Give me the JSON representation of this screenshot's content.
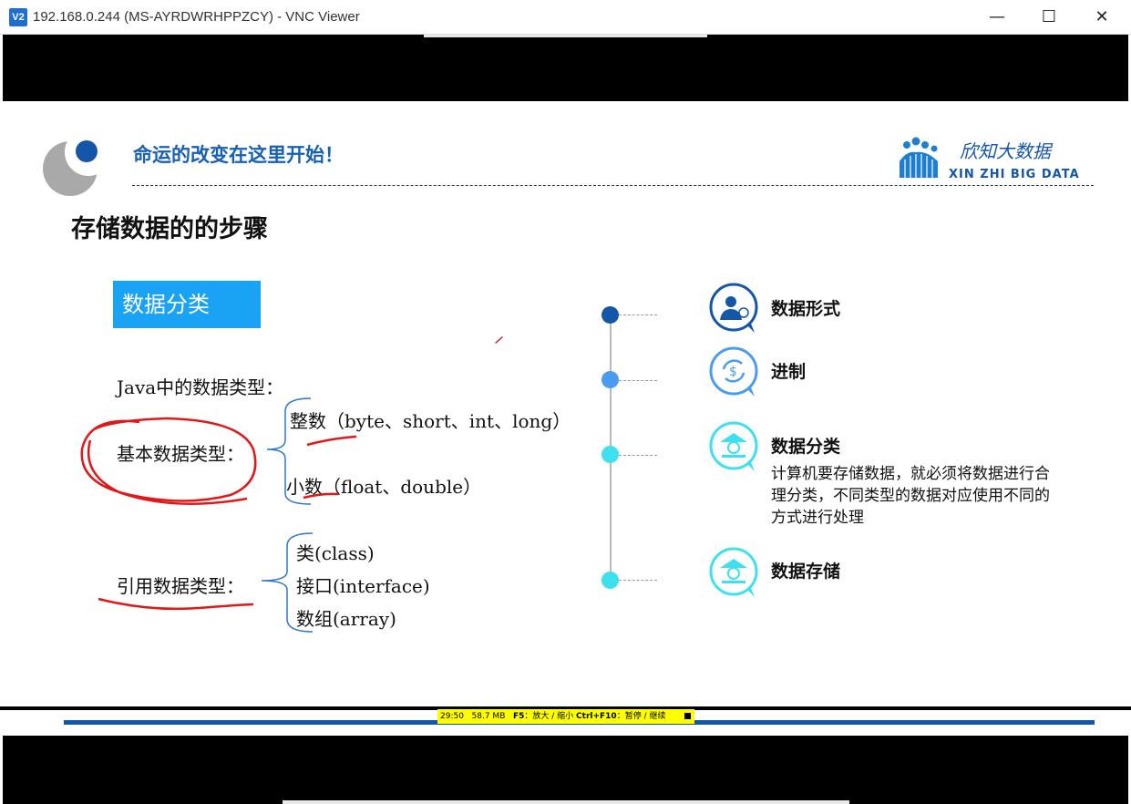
{
  "window": {
    "title": "192.168.0.244 (MS-AYRDWRHPPZCY) - VNC Viewer",
    "app_icon_text": "V2",
    "min_glyph": "—",
    "max_glyph": "☐",
    "close_glyph": "✕"
  },
  "slide": {
    "slogan": "命运的改变在这里开始！",
    "brand_cn": "欣知大数据",
    "brand_en": "XIN ZHI BIG DATA",
    "title": "存储数据的的步骤",
    "category_box": "数据分类",
    "java_types_label": "Java中的数据类型：",
    "primitive_label": "基本数据类型：",
    "integer_line": "整数（byte、short、int、long）",
    "decimal_line": "小数（float、double）",
    "reference_label": "引用数据类型：",
    "ref_class": "类(class)",
    "ref_interface": "接口(interface)",
    "ref_array": "数组(array)"
  },
  "timeline": {
    "colors": [
      "#1456a8",
      "#4a9cf0",
      "#3ee0f0",
      "#3ee0f0"
    ],
    "items": [
      {
        "label": "数据形式",
        "icon": "person-dollar-icon"
      },
      {
        "label": "进制",
        "icon": "dollar-cycle-icon"
      },
      {
        "label": "数据分类",
        "icon": "bank-dollar-icon",
        "desc": "计算机要存储数据，就必须将数据进行合理分类，不同类型的数据对应使用不同的方式进行处理"
      },
      {
        "label": "数据存储",
        "icon": "bank-dollar-icon"
      }
    ]
  },
  "status": {
    "time": "29:50",
    "memory": "58.7 MB",
    "hint_key1": "F5",
    "hint_text1": "：放大 / 缩小",
    "hint_key2": "Ctrl+F10",
    "hint_text2": "：暂停 / 继续"
  }
}
